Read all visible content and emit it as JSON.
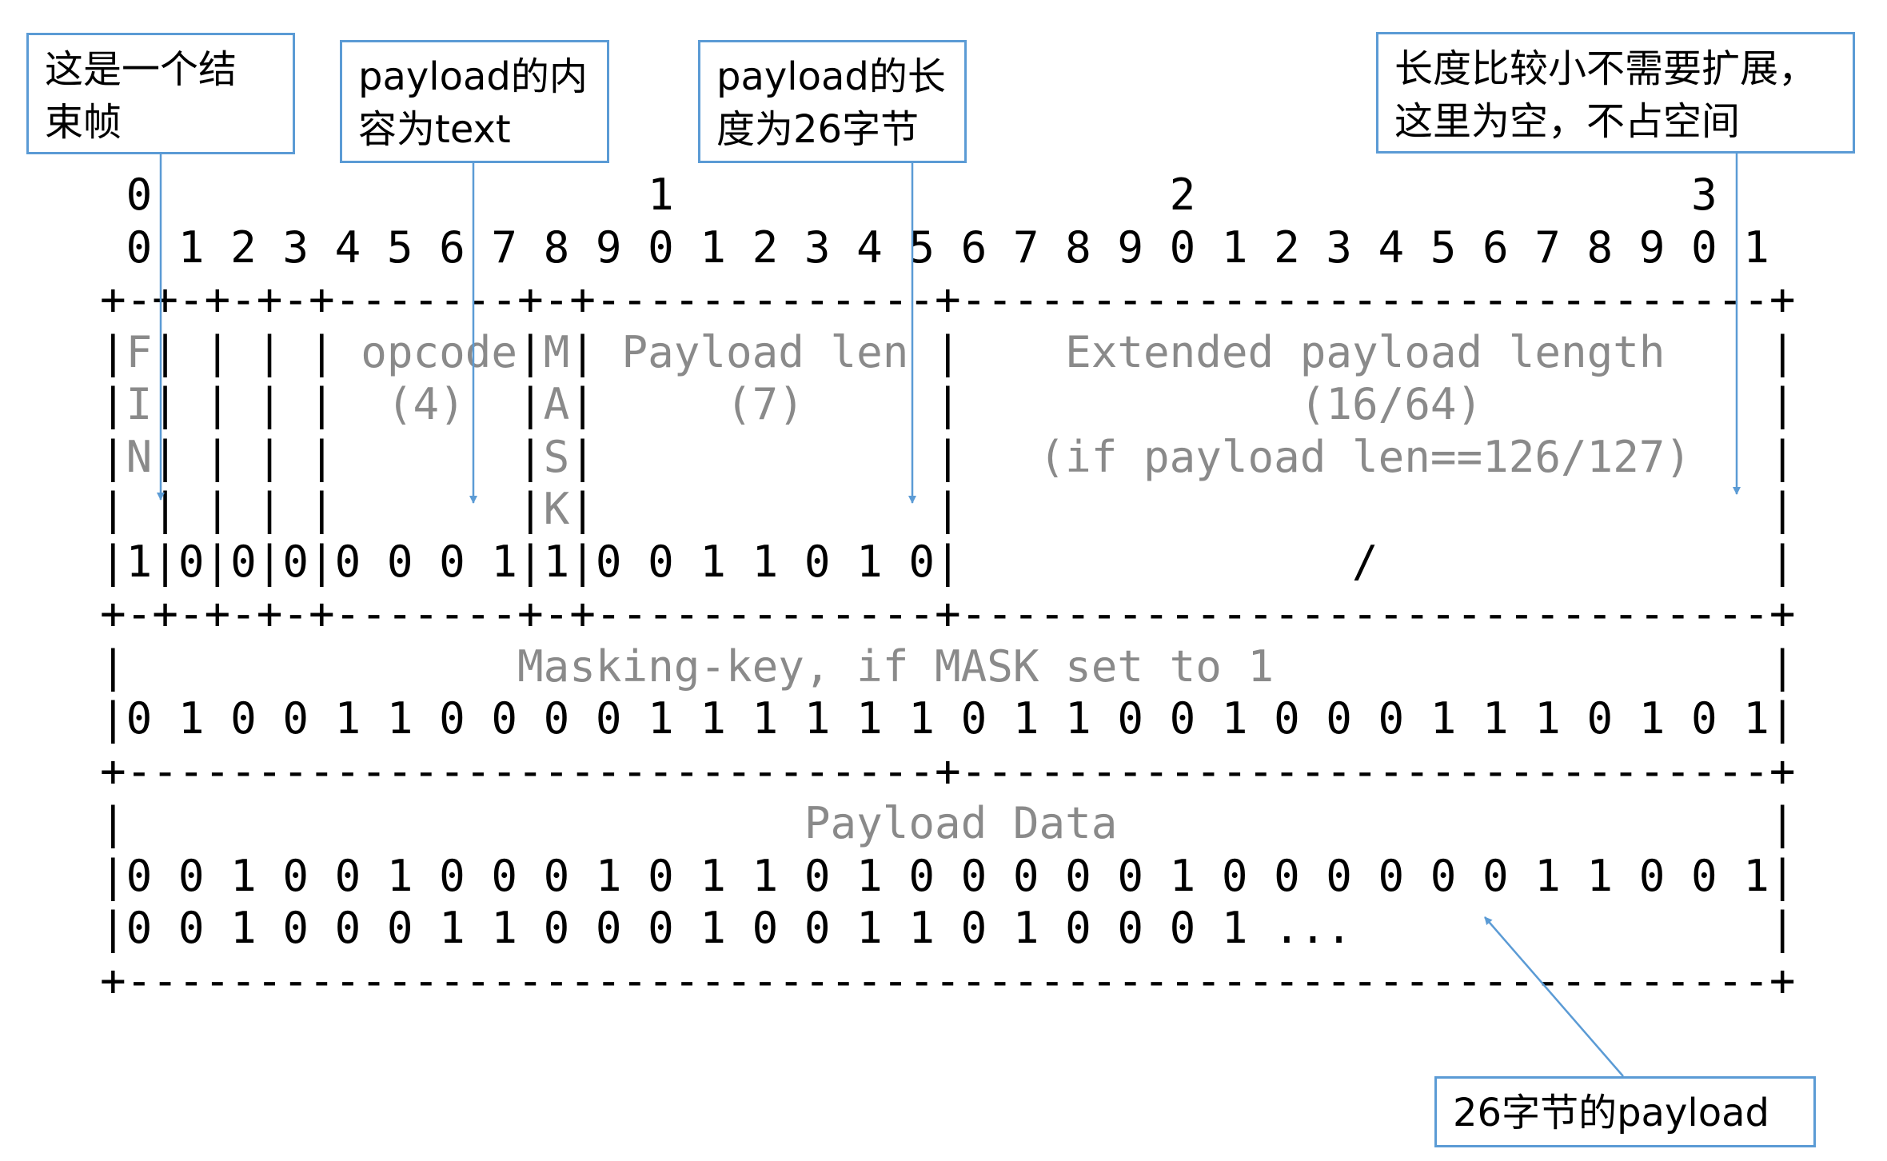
{
  "notes": {
    "fin": [
      "这是一个结",
      "束帧"
    ],
    "opcode": [
      "payload的内",
      "容为text"
    ],
    "length": [
      "payload的长",
      "度为26字节"
    ],
    "extended": [
      "长度比较小不需要扩展，",
      "这里为空，不占空间"
    ],
    "payload": [
      "26字节的payload"
    ]
  },
  "colors": {
    "accent": "#5b9bd5",
    "label_gray": "#8a8a8a"
  },
  "rows": [
    [
      [
        " 0                   1                   2                   3",
        0
      ]
    ],
    [
      [
        " 0 1 2 3 4 5 6 7 8 9 0 1 2 3 4 5 6 7 8 9 0 1 2 3 4 5 6 7 8 9 0 1",
        0
      ]
    ],
    [
      [
        "+-+-+-+-+-------+-+-------------+-------------------------------+",
        0
      ]
    ],
    [
      [
        "|",
        0
      ],
      [
        "F",
        1
      ],
      [
        "| | | | ",
        0
      ],
      [
        "opcode",
        1
      ],
      [
        "|",
        0
      ],
      [
        "M",
        1
      ],
      [
        "| ",
        0
      ],
      [
        "Payload len",
        1
      ],
      [
        " |    ",
        0
      ],
      [
        "Extended payload length",
        1
      ],
      [
        "    |",
        0
      ]
    ],
    [
      [
        "|",
        0
      ],
      [
        "I",
        1
      ],
      [
        "| | | |  ",
        0
      ],
      [
        "(4)",
        1
      ],
      [
        "  |",
        0
      ],
      [
        "A",
        1
      ],
      [
        "|     ",
        0
      ],
      [
        "(7)",
        1
      ],
      [
        "     |             ",
        0
      ],
      [
        "(16/64)",
        1
      ],
      [
        "           |",
        0
      ]
    ],
    [
      [
        "|",
        0
      ],
      [
        "N",
        1
      ],
      [
        "| | | |       |",
        0
      ],
      [
        "S",
        1
      ],
      [
        "|             |   ",
        0
      ],
      [
        "(if payload len==126/127)",
        1
      ],
      [
        "   |",
        0
      ]
    ],
    [
      [
        "| | | | |       |",
        0
      ],
      [
        "K",
        1
      ],
      [
        "|             |                               |",
        0
      ]
    ],
    [
      [
        "|1|0|0|0|0 0 0 1|1|0 0 1 1 0 1 0|               /               |",
        0
      ]
    ],
    [
      [
        "+-+-+-+-+-------+-+-------------+-------------------------------+",
        0
      ]
    ],
    [
      [
        "|               ",
        0
      ],
      [
        "Masking-key, if MASK set to 1",
        1
      ],
      [
        "                   |",
        0
      ]
    ],
    [
      [
        "|0 1 0 0 1 1 0 0 0 0 1 1 1 1 1 1 0 1 1 0 0 1 0 0 0 1 1 1 0 1 0 1|",
        0
      ]
    ],
    [
      [
        "+-------------------------------+-------------------------------+",
        0
      ]
    ],
    [
      [
        "|                          ",
        0
      ],
      [
        "Payload Data",
        1
      ],
      [
        "                         |",
        0
      ]
    ],
    [
      [
        "|0 0 1 0 0 1 0 0 0 1 0 1 1 0 1 0 0 0 0 0 1 0 0 0 0 0 0 1 1 0 0 1|",
        0
      ]
    ],
    [
      [
        "|0 0 1 0 0 0 1 1 0 0 0 1 0 0 1 1 0 1 0 0 0 1 ...                |",
        0
      ]
    ],
    [
      [
        "+---------------------------------------------------------------+",
        0
      ]
    ]
  ]
}
